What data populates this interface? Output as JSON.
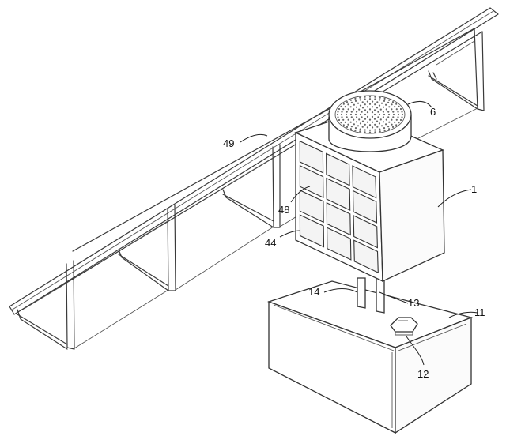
{
  "labels": {
    "fan": "6",
    "body": "1",
    "tank": "11",
    "cap": "12",
    "pipe_13": "13",
    "pipe_14": "14",
    "grille_44": "44",
    "grille_48": "48",
    "panel": "49"
  }
}
